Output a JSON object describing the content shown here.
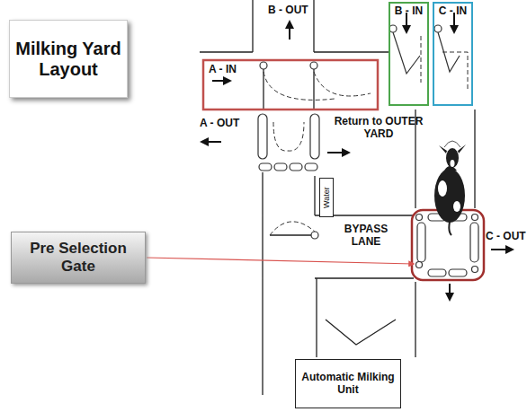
{
  "diagram": {
    "nodes": [
      {
        "text": [
          "Milking Yard Layout"
        ]
      },
      {
        "text": [
          "B - IN"
        ]
      },
      {
        "text": [
          "C - IN"
        ]
      },
      {
        "text": [
          "A - IN"
        ]
      },
      {
        "text": [
          "Water"
        ]
      },
      {
        "text": [
          "Pre Selection Gate"
        ]
      },
      {
        "text": [
          "Automatic Milking Unit"
        ]
      }
    ],
    "labels": [
      "B - OUT",
      "A - OUT",
      "Return to OUTER YARD",
      "BYPASS LANE",
      "C - OUT"
    ]
  }
}
